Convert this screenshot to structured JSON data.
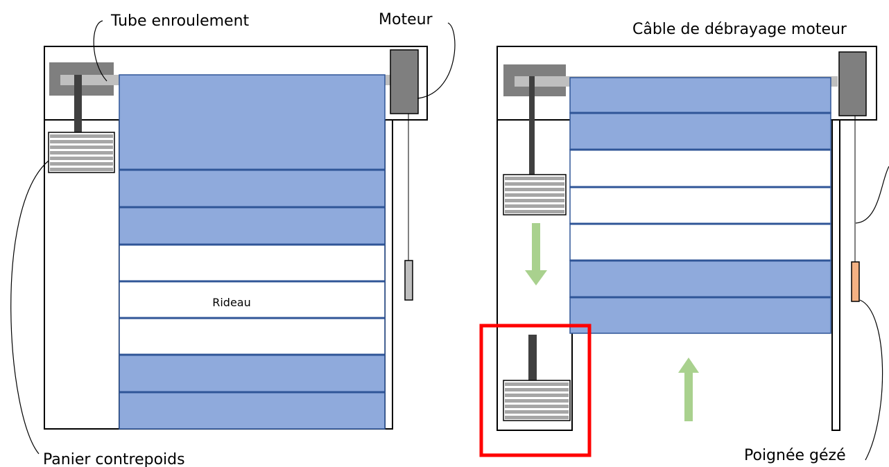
{
  "labels": {
    "tube": "Tube enroulement",
    "moteur": "Moteur",
    "cable": "Câble de débrayage moteur",
    "rideau": "Rideau",
    "panier": "Panier contrepoids",
    "poignee": "Poignée gézé"
  },
  "colors": {
    "panel_blue": "#8faadc",
    "panel_border": "#2f5597",
    "panel_white": "#ffffff",
    "tube_gray": "#bfbfbf",
    "housing_gray": "#7f7f7f",
    "motor_gray": "#7f7f7f",
    "rod_dark": "#404040",
    "handle_gray": "#bfbfbf",
    "handle_orange": "#f4b183",
    "arrow_green": "#a9d18e",
    "highlight_red": "#ff0000"
  },
  "left_curtain_panels": [
    "blue",
    "blue",
    "blue",
    "white",
    "white",
    "white",
    "blue",
    "blue"
  ],
  "right_curtain_panels": [
    "blue",
    "blue",
    "white",
    "white",
    "white",
    "blue",
    "blue"
  ]
}
